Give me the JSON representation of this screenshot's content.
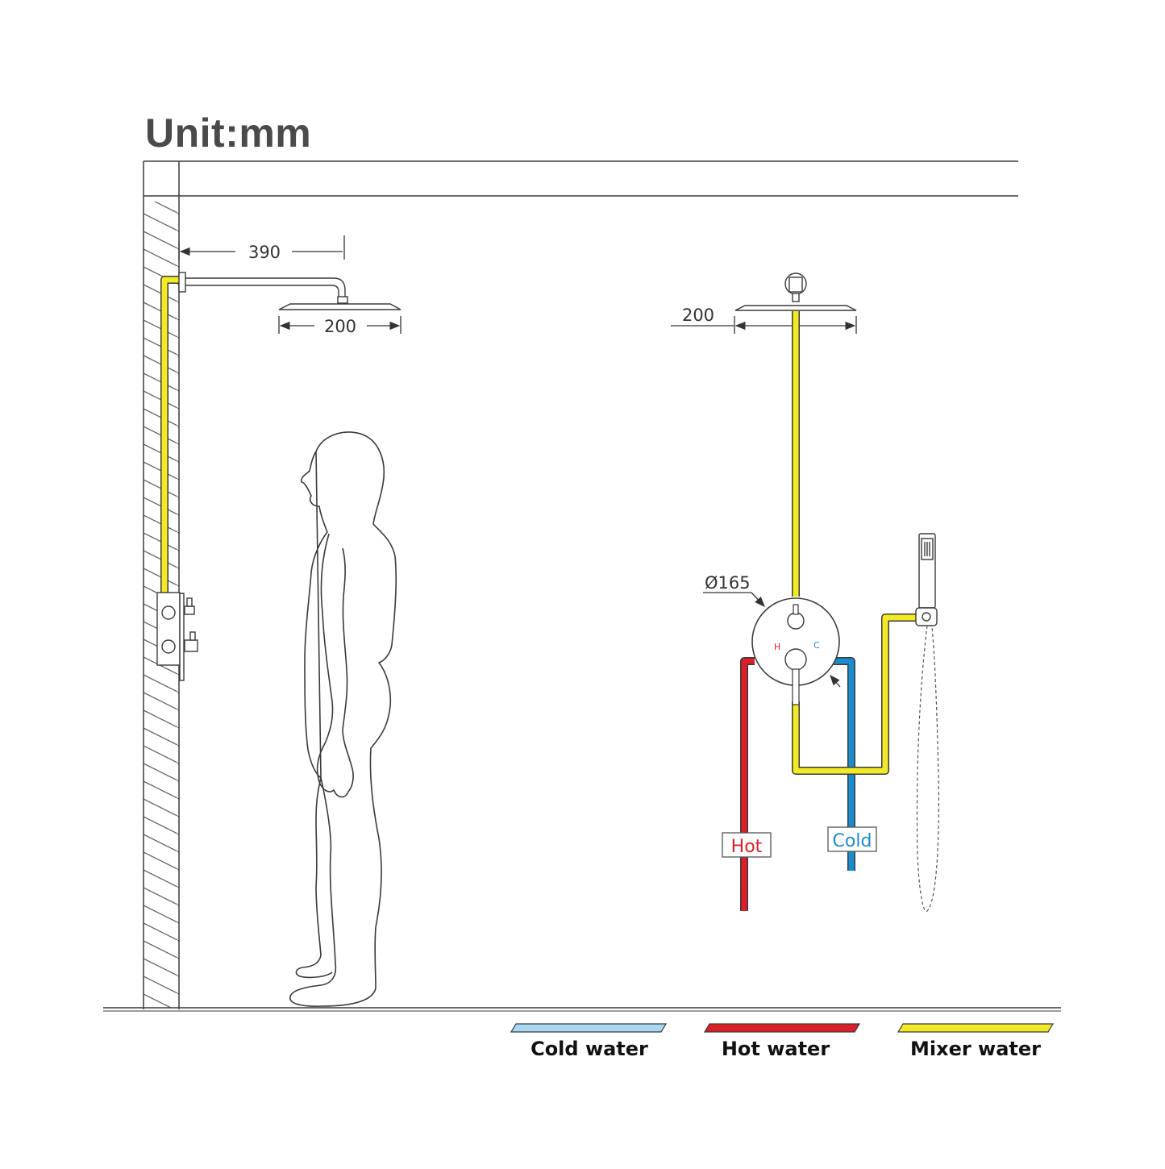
{
  "title": "Unit:mm",
  "dimensions": {
    "arm_length": "390",
    "head_width_side": "200",
    "head_width_front": "200",
    "valve_diameter": "Ø165"
  },
  "valve_marks": {
    "hot": "H",
    "cold": "C"
  },
  "supply_labels": {
    "hot": "Hot",
    "cold": "Cold"
  },
  "legend": [
    {
      "label": "Cold water",
      "color": "#a9d8f5"
    },
    {
      "label": "Hot water",
      "color": "#dc1f26"
    },
    {
      "label": "Mixer water",
      "color": "#f2ea27"
    }
  ],
  "colors": {
    "line": "#3a3a3a",
    "cold": "#1b8ccd",
    "hot": "#dc1f26",
    "mixer": "#f2ea27"
  }
}
